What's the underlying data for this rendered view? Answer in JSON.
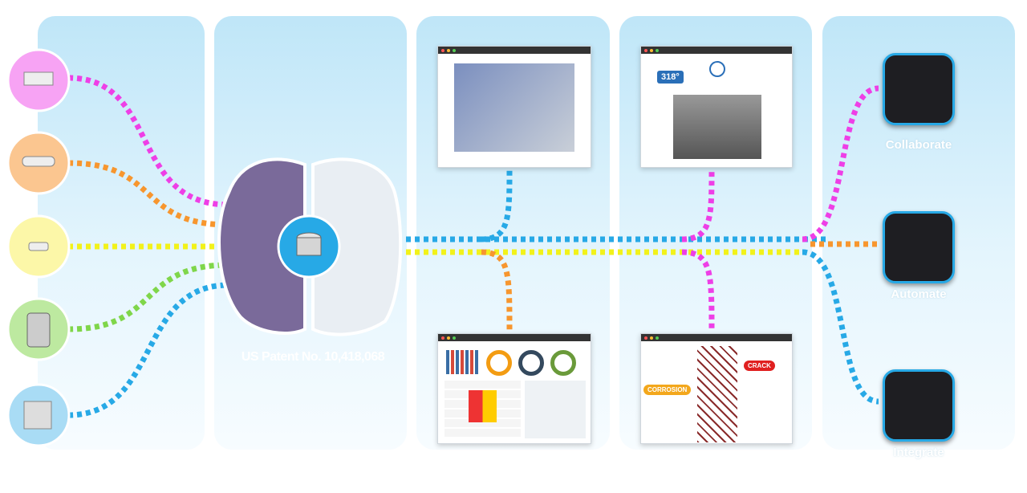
{
  "patent": "US Patent No. 10,418,068",
  "sources": [
    {
      "icon": "security-camera-icon",
      "color": "#f7a3f4"
    },
    {
      "icon": "robot-dog-icon",
      "color": "#fbc690"
    },
    {
      "icon": "drone-icon",
      "color": "#fcf7a8"
    },
    {
      "icon": "smartphone-wifi-icon",
      "color": "#bde9a0"
    },
    {
      "icon": "file-folder-icon",
      "color": "#a9dcf5"
    }
  ],
  "screens": {
    "digital_twin": {
      "name": "3d-plant-model"
    },
    "tower_measure": {
      "angle": "318°"
    },
    "dashboard": {
      "name": "analytics-dashboard"
    },
    "inspection": {
      "crack": "CRACK",
      "corrosion": "CORROSION"
    }
  },
  "outputs": [
    {
      "label": "Collaborate",
      "icon": "team-network-icon"
    },
    {
      "label": "Automate",
      "icon": "gear-cycle-icon"
    },
    {
      "label": "Integrate",
      "icon": "database-hub-icon"
    }
  ],
  "colors": {
    "pink": "#ee3fe6",
    "orange": "#f7962e",
    "yellow": "#f2f21a",
    "green": "#7fd64a",
    "blue": "#27a9e6",
    "accent": "#27a9e6"
  }
}
